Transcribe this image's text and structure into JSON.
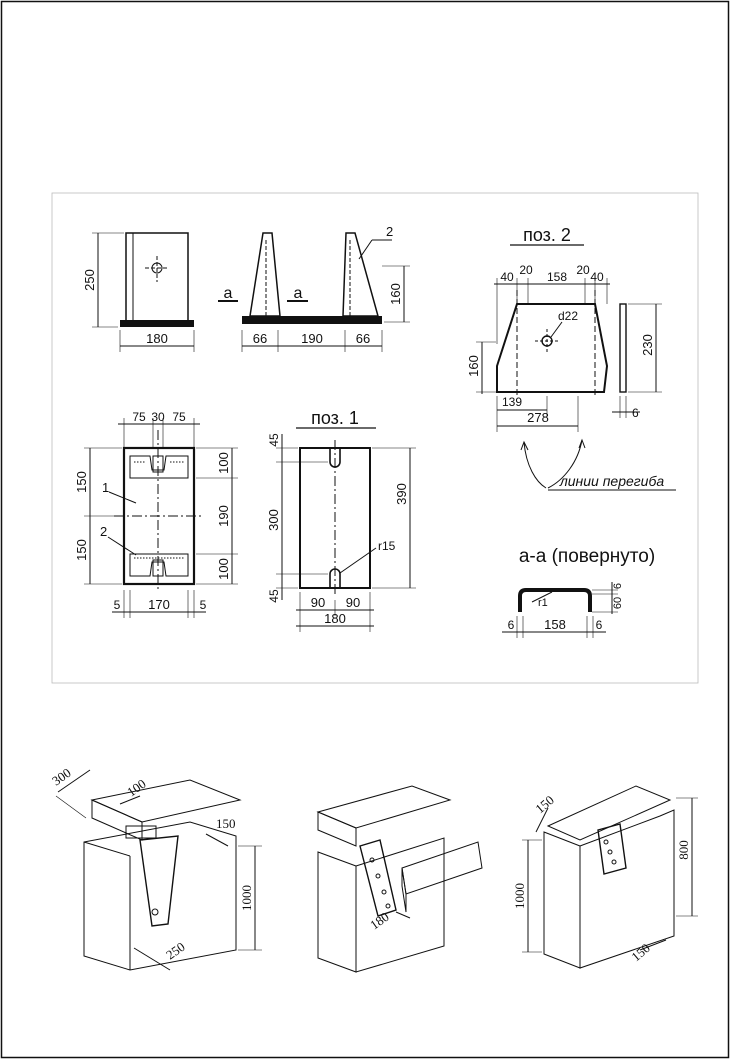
{
  "drawing": {
    "upper": {
      "dims": {
        "h250": "250",
        "w180": "180",
        "b66a": "66",
        "b190": "190",
        "b66b": "66",
        "h160": "160",
        "c75a": "75",
        "c30": "30",
        "c75b": "75",
        "v150a": "150",
        "v150b": "150",
        "v100a": "100",
        "v190": "190",
        "v100b": "100",
        "b5a": "5",
        "b170": "170",
        "b5b": "5",
        "p45a": "45",
        "p300": "300",
        "p45b": "45",
        "p390": "390",
        "p90a": "90",
        "p90b": "90",
        "p180": "180",
        "r15": "r15",
        "t40a": "40",
        "t20a": "20",
        "t158": "158",
        "t20b": "20",
        "t40b": "40",
        "d22": "d22",
        "h160b": "160",
        "h230": "230",
        "b139": "139",
        "b278": "278",
        "b6": "6",
        "s6a": "6",
        "s158": "158",
        "s6b": "6",
        "s60": "60",
        "s6c": "6",
        "r1": "r1"
      },
      "labels": {
        "section_a1": "a",
        "section_a2": "a",
        "callout1": "1",
        "callout2": "2",
        "callout2b": "2",
        "pos1": "поз. 1",
        "pos2": "поз. 2",
        "bend_lines": "линии перегиба",
        "section_title": "а-а (повернуто)"
      }
    },
    "lower": {
      "dims": {
        "d300": "300",
        "d100": "100",
        "d150a": "150",
        "d1000a": "1000",
        "d250": "250",
        "d180": "180",
        "d150b": "150",
        "d1000b": "1000",
        "d800": "800",
        "d150c": "150"
      }
    }
  }
}
